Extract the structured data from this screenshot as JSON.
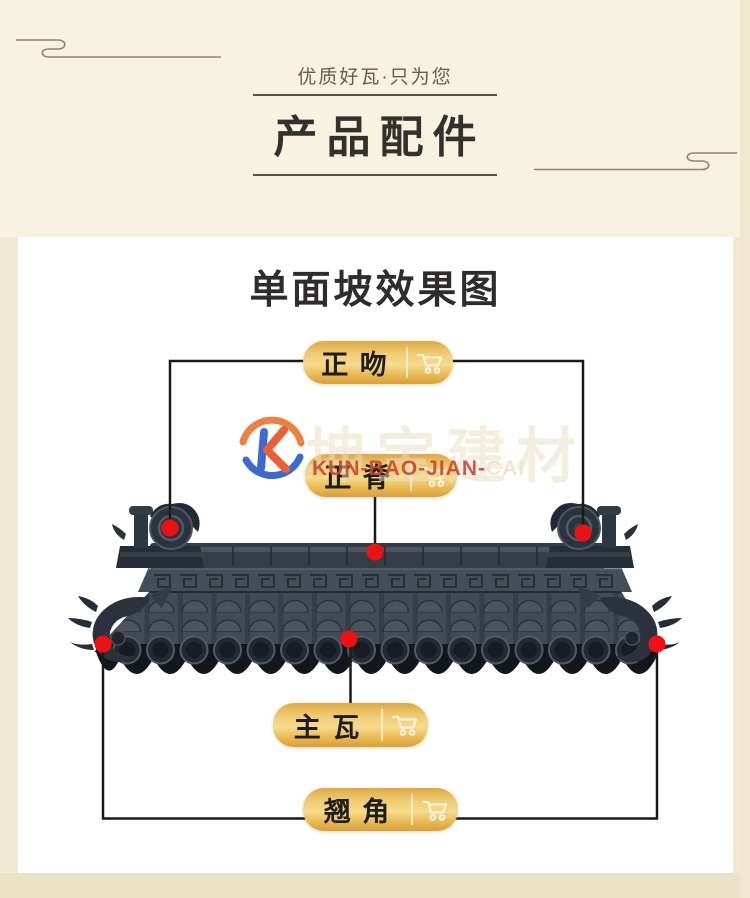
{
  "header": {
    "tagline": "优质好瓦·只为您",
    "title": "产品配件"
  },
  "card": {
    "title": "单面坡效果图"
  },
  "parts": [
    {
      "id": "zhengwen",
      "label": "正 吻",
      "icon": "shopping-cart-icon"
    },
    {
      "id": "zhengji",
      "label": "正 脊",
      "icon": "shopping-cart-icon"
    },
    {
      "id": "zhuwa",
      "label": "主 瓦",
      "icon": "shopping-cart-icon"
    },
    {
      "id": "qiaojiao",
      "label": "翘 角",
      "icon": "shopping-cart-icon"
    }
  ],
  "watermark": {
    "brand_cn": "坤宝建材",
    "brand_en": "KUN-BAO-JIAN-",
    "brand_en_suffix": "CAI",
    "logo_letter": "K"
  },
  "colors": {
    "page_bg": "#f8f2e1",
    "card_bg": "#ffffff",
    "pill_gold": "#eebc55",
    "marker_red": "#ee1114",
    "connector_black": "#1a1a1a",
    "tile_slate": "#3c444e",
    "brand_red": "#c94734",
    "logo_blue": "#3c6bd0",
    "logo_orange": "#e96a35"
  }
}
